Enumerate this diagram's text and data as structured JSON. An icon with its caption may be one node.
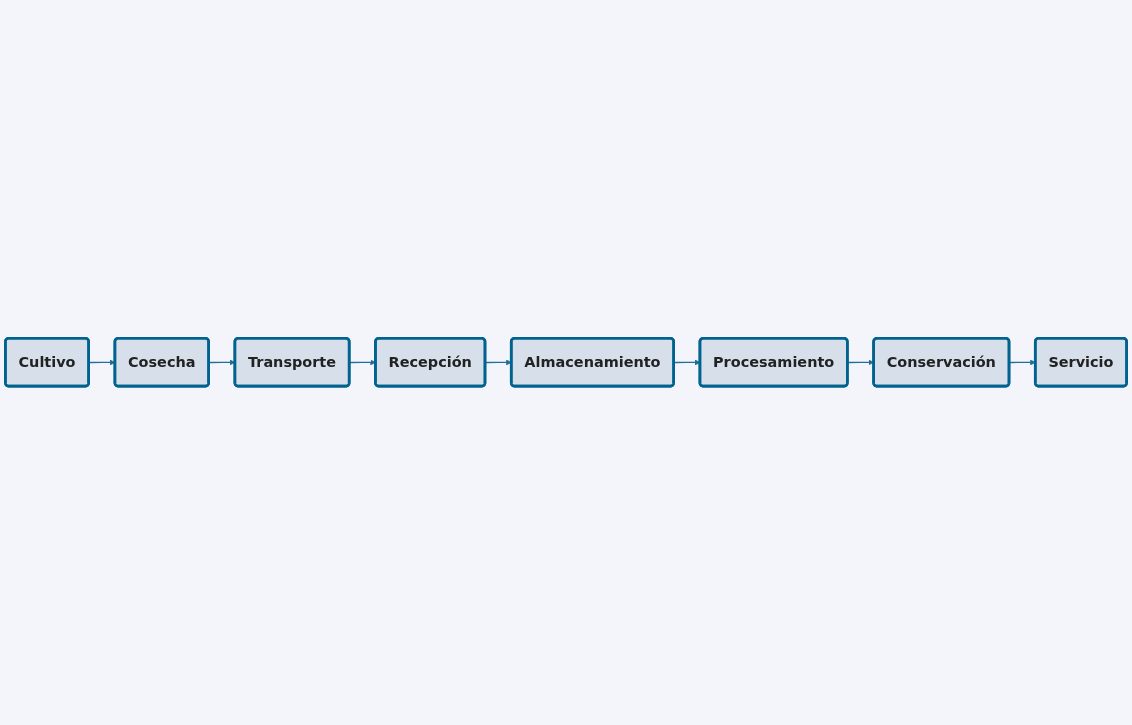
{
  "diagram": {
    "nodes": [
      {
        "text": [
          "Cultivo"
        ]
      },
      {
        "text": [
          "Cosecha"
        ]
      },
      {
        "text": [
          "Transporte"
        ]
      },
      {
        "text": [
          "Recepción"
        ]
      },
      {
        "text": [
          "Almacenamiento"
        ]
      },
      {
        "text": [
          "Procesamiento"
        ]
      },
      {
        "text": [
          "Conservación"
        ]
      },
      {
        "text": [
          "Servicio"
        ]
      }
    ],
    "edges": [
      {
        "from": 0,
        "to": 1,
        "arrow": "to"
      },
      {
        "from": 1,
        "to": 2,
        "arrow": "to"
      },
      {
        "from": 2,
        "to": 3,
        "arrow": "to"
      },
      {
        "from": 3,
        "to": 4,
        "arrow": "to"
      },
      {
        "from": 4,
        "to": 5,
        "arrow": "to"
      },
      {
        "from": 5,
        "to": 6,
        "arrow": "to"
      },
      {
        "from": 6,
        "to": 7,
        "arrow": "to"
      }
    ]
  }
}
